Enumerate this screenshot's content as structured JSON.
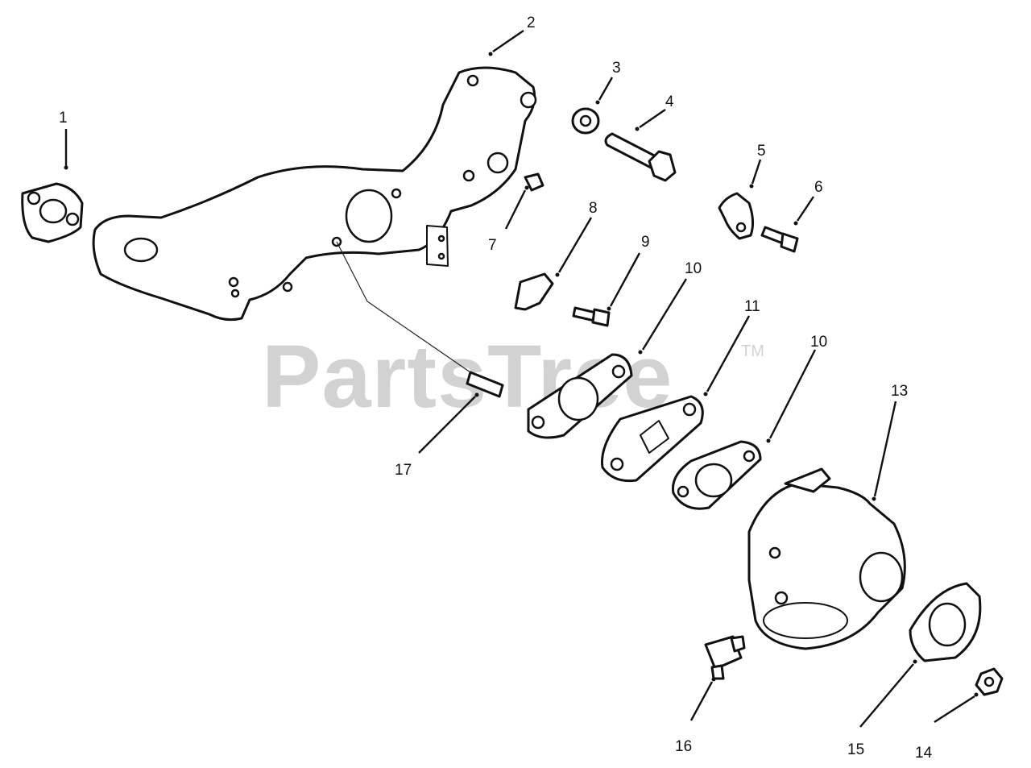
{
  "watermark": {
    "brand": "PartsTree",
    "trademark": "TM"
  },
  "callouts": [
    {
      "id": "c1",
      "label": "1"
    },
    {
      "id": "c2",
      "label": "2"
    },
    {
      "id": "c3",
      "label": "3"
    },
    {
      "id": "c4",
      "label": "4"
    },
    {
      "id": "c5",
      "label": "5"
    },
    {
      "id": "c6",
      "label": "6"
    },
    {
      "id": "c7",
      "label": "7"
    },
    {
      "id": "c8",
      "label": "8"
    },
    {
      "id": "c9",
      "label": "9"
    },
    {
      "id": "c10a",
      "label": "10"
    },
    {
      "id": "c11",
      "label": "11"
    },
    {
      "id": "c10b",
      "label": "10"
    },
    {
      "id": "c13",
      "label": "13"
    },
    {
      "id": "c14",
      "label": "14"
    },
    {
      "id": "c15",
      "label": "15"
    },
    {
      "id": "c16",
      "label": "16"
    },
    {
      "id": "c17",
      "label": "17"
    }
  ]
}
